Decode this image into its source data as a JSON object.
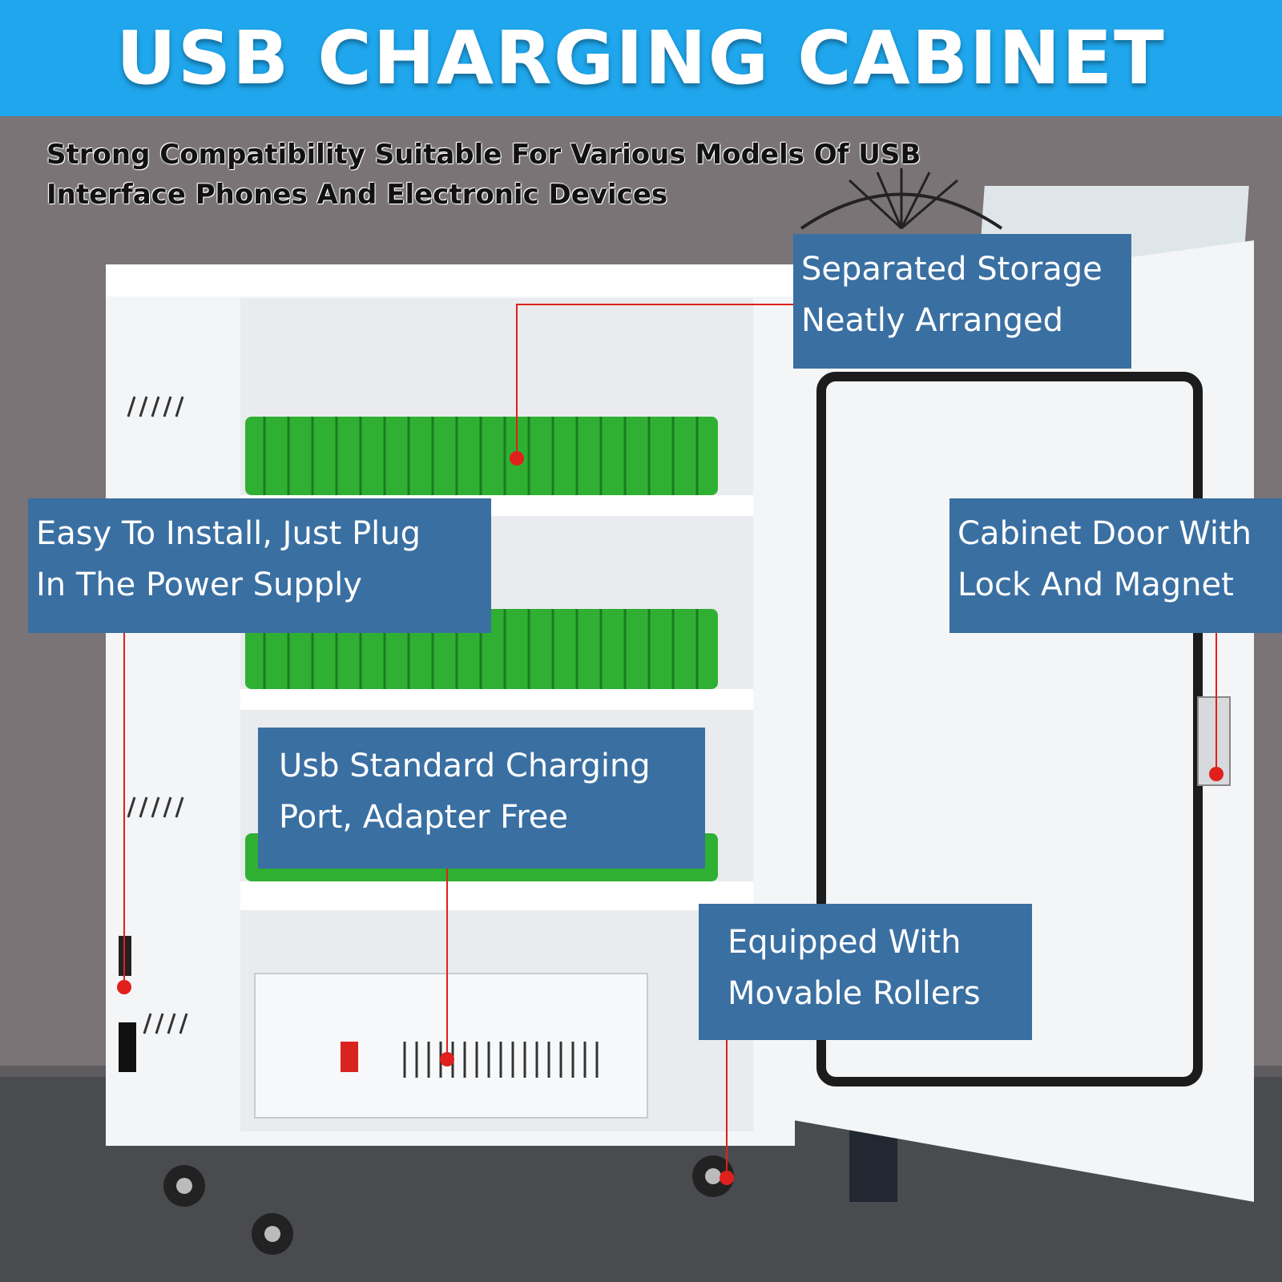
{
  "banner": {
    "title": "USB CHARGING CABINET"
  },
  "subtitle": {
    "line1": "Strong Compatibility Suitable For Various Models Of USB",
    "line2": "Interface Phones And Electronic Devices"
  },
  "callouts": {
    "storage": {
      "line1": "Separated Storage",
      "line2": "Neatly Arranged"
    },
    "install": {
      "line1": "Easy To Install, Just Plug",
      "line2": "In The Power Supply"
    },
    "door": {
      "line1": "Cabinet Door With",
      "line2": "Lock And Magnet"
    },
    "usb": {
      "line1": "Usb Standard Charging",
      "line2": "Port, Adapter Free"
    },
    "rollers": {
      "line1": "Equipped With",
      "line2": "Movable Rollers"
    }
  },
  "colors": {
    "banner": "#1fa6ec",
    "callout": "#3a6fa2",
    "slots": "#2fb032",
    "marker": "#e0201c",
    "cabinet": "#f4f5f7"
  }
}
